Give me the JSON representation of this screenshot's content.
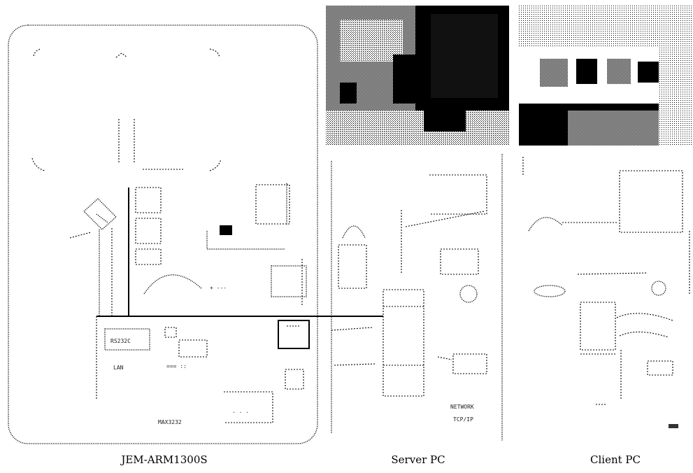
{
  "captions": {
    "board": "JEM-ARM1300S",
    "server": "Server PC",
    "client": "Client PC"
  },
  "board_labels": {
    "port_a": "RS232C",
    "port_b": "LAN",
    "chip": "MAX3232"
  },
  "server_labels": {
    "network": "NETWORK",
    "net_type": "TCP/IP"
  }
}
